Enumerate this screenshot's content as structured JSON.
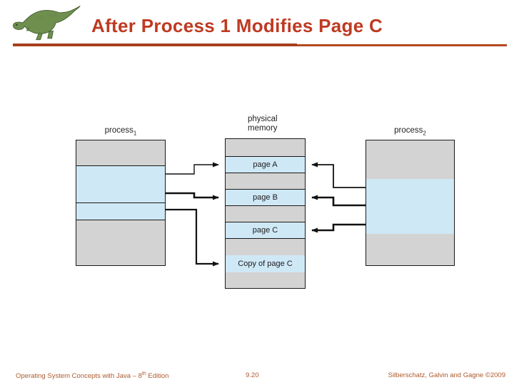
{
  "slide": {
    "title": "After Process 1 Modifies Page C"
  },
  "logo": {
    "name": "dinosaur-logo"
  },
  "diagram": {
    "process1": {
      "base": "process",
      "sub": "1"
    },
    "process2": {
      "base": "process",
      "sub": "2"
    },
    "memory_label": {
      "line1": "physical",
      "line2": "memory"
    },
    "pages": [
      "page A",
      "page B",
      "page C",
      "Copy of page C"
    ]
  },
  "footer": {
    "book_prefix": "Operating System Concepts with Java – 8",
    "book_sup": "th",
    "book_suffix": " Edition",
    "page_number": "9.20",
    "authors": "Silberschatz, Galvin and Gagne ©2009"
  },
  "colors": {
    "title_text": "#be3a21",
    "rule_left": "#a63f1e",
    "rule_right": "#b2491f",
    "box_gray": "#d3d3d3",
    "box_blue": "#cfe8f6",
    "border": "#1a1a1a",
    "arrow": "#111111",
    "footer_text": "#ad5a2d",
    "logo_green": "#6f8f4f"
  }
}
